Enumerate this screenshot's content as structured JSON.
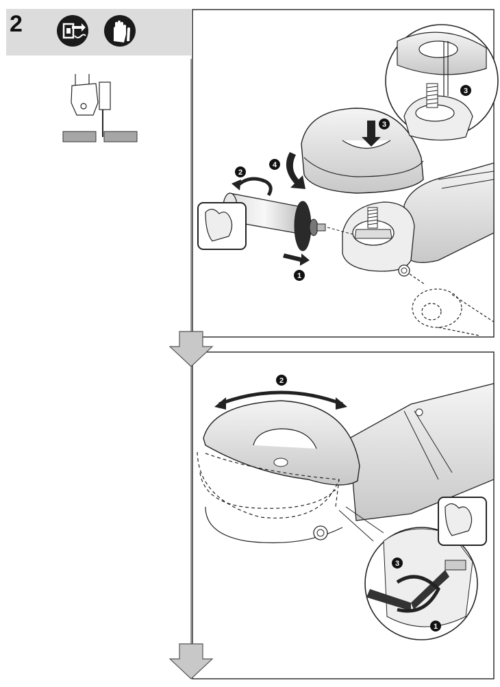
{
  "step": {
    "number": "2"
  },
  "icons": {
    "unplug": "unplug-power-icon",
    "gloves": "wear-gloves-icon"
  },
  "callouts": {
    "panel1": [
      "1",
      "2",
      "3",
      "3",
      "4"
    ],
    "panel2": [
      "2",
      "3",
      "1"
    ]
  }
}
